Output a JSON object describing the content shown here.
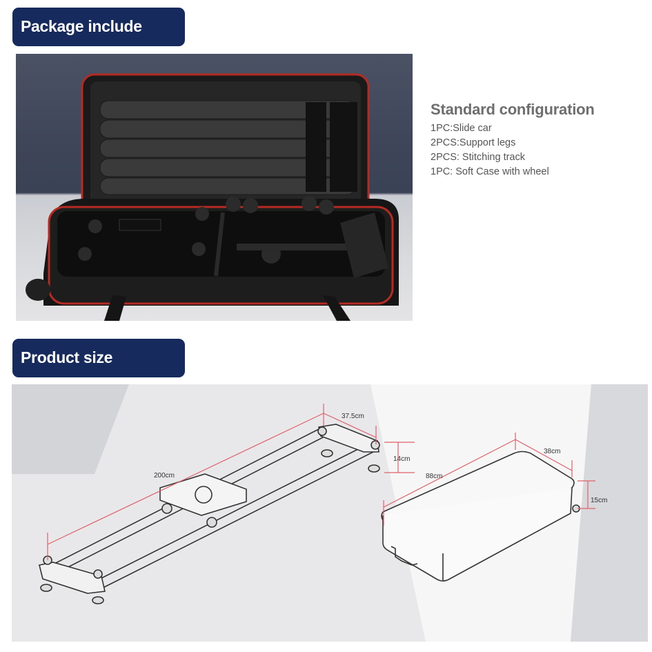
{
  "sections": {
    "package": {
      "title": "Package include"
    },
    "size": {
      "title": "Product size"
    }
  },
  "config": {
    "title": "Standard configuration",
    "items": [
      "1PC:Slide car",
      "2PCS:Support legs",
      "2PCS: Stitching track",
      "1PC: Soft Case with wheel"
    ]
  },
  "photo": {
    "alt": "Open black soft carrying case with red zipper trim containing slider track rails, support legs and slide car"
  },
  "dimensions": {
    "slider": {
      "length": "200cm",
      "width": "37.5cm",
      "height": "14cm"
    },
    "case": {
      "length": "88cm",
      "width": "38cm",
      "height": "15cm"
    }
  },
  "colors": {
    "header_bg": "#172a5e",
    "dimension_line": "#e0606a",
    "case_trim": "#c8281e"
  }
}
